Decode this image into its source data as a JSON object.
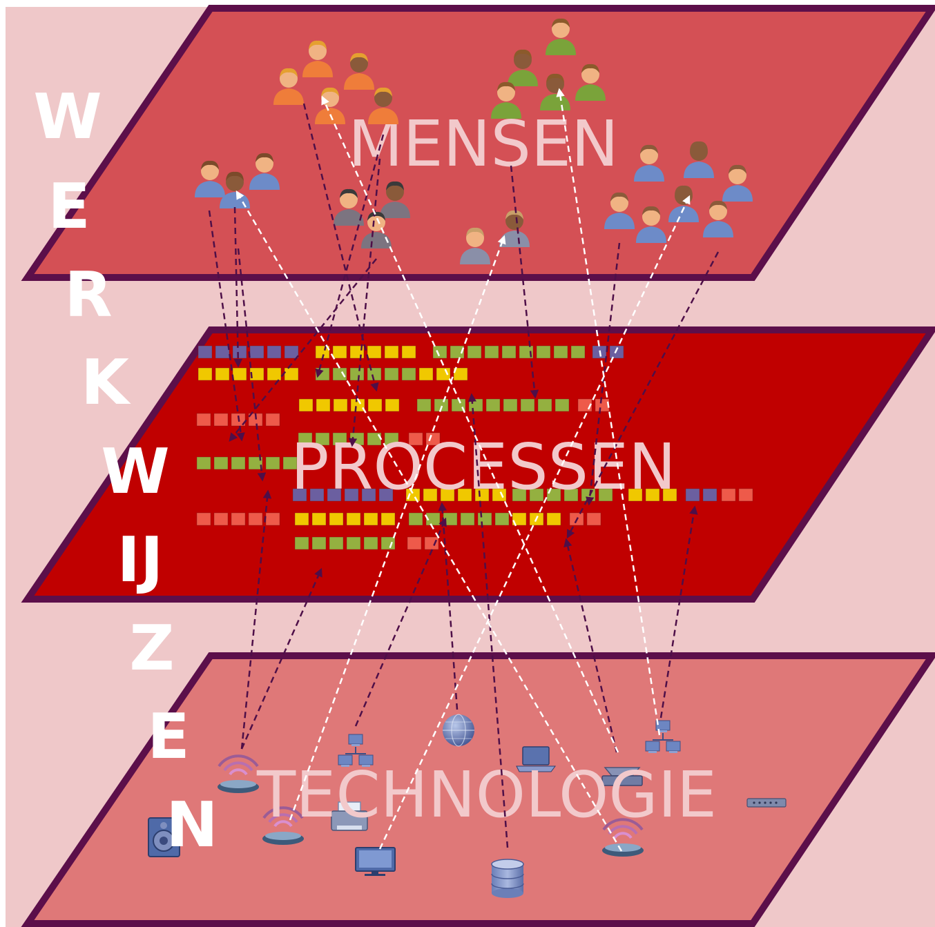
{
  "layers": {
    "mensen": {
      "title": "MENSEN",
      "fill": "#d45055"
    },
    "processen": {
      "title": "PROCESSEN",
      "fill": "#c00000"
    },
    "technologie": {
      "title": "TECHNOLOGIE",
      "fill": "#df7878"
    }
  },
  "vertical_word": [
    "W",
    "E",
    "R",
    "K",
    "W",
    "IJ",
    "Z",
    "E",
    "N"
  ],
  "colors": {
    "background": "#efc8c9",
    "layer_border": "#5c0f4a",
    "arrow_dark": "#4e0f48",
    "arrow_light": "#ffffff",
    "box_purple": "#6b5fa0",
    "box_yellow": "#f0c800",
    "box_green": "#94b040",
    "box_salmon": "#ee5a4a"
  },
  "icons": {
    "people": [
      "person-icon"
    ],
    "technology": [
      "wifi-router-icon",
      "speaker-icon",
      "network-icon",
      "printer-icon",
      "monitor-icon",
      "globe-icon",
      "laptop-icon",
      "database-icon",
      "scanner-icon",
      "switch-icon"
    ]
  }
}
